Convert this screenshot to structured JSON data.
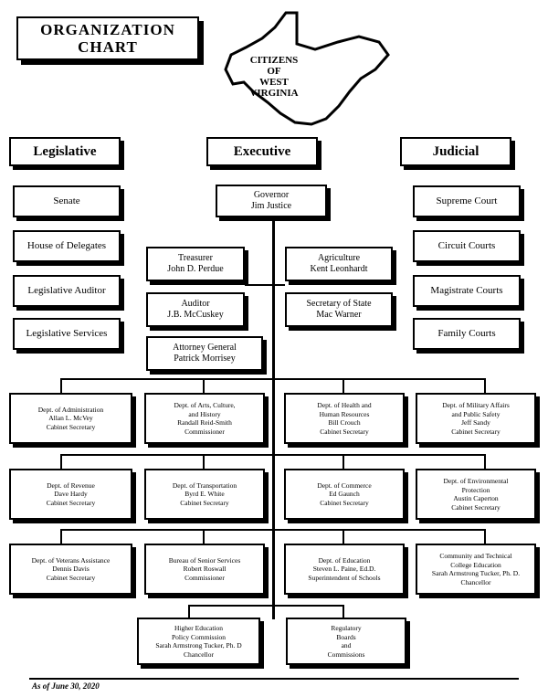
{
  "title": {
    "line1": "ORGANIZATION",
    "line2": "CHART"
  },
  "state": {
    "line1": "CITIZENS",
    "line2": "OF",
    "line3": "WEST",
    "line4": "VIRGINIA"
  },
  "branches": {
    "legislative": "Legislative",
    "executive": "Executive",
    "judicial": "Judicial"
  },
  "legislative": [
    "Senate",
    "House of Delegates",
    "Legislative Auditor",
    "Legislative Services"
  ],
  "judicial": [
    "Supreme Court",
    "Circuit Courts",
    "Magistrate Courts",
    "Family Courts"
  ],
  "governor": "Governor\nJim Justice",
  "elected_left": [
    "Treasurer\nJohn D. Perdue",
    "Auditor\nJ.B. McCuskey",
    "Attorney General\nPatrick Morrisey"
  ],
  "elected_right": [
    "Agriculture\nKent Leonhardt",
    "Secretary of State\nMac Warner"
  ],
  "dept_row1": [
    "Dept. of Administration\nAllan L. McVey\nCabinet Secretary",
    "Dept. of Arts, Culture,\nand History\nRandall Reid-Smith\nCommissioner",
    "Dept. of Health and\nHuman Resources\nBill Crouch\nCabinet Secretary",
    "Dept. of Military Affairs\nand Public Safety\nJeff Sandy\nCabinet Secretary"
  ],
  "dept_row2": [
    "Dept. of Revenue\nDave Hardy\nCabinet Secretary",
    "Dept. of Transportation\nByrd E. White\nCabinet Secretary",
    "Dept. of Commerce\nEd Gaunch\nCabinet Secretary",
    "Dept. of Environmental\nProtection\nAustin Caperton\nCabinet Secretary"
  ],
  "dept_row3": [
    "Dept. of Veterans Assistance\nDennis Davis\nCabinet Secretary",
    "Bureau of Senior Services\nRobert Roswall\nCommissioner",
    "Dept. of Education\nSteven L. Paine, Ed.D.\nSuperintendent of Schools",
    "Community and Technical\nCollege Education\nSarah Armstrong Tucker, Ph. D.\nChancellor"
  ],
  "dept_row4": [
    "Higher Education\nPolicy Commission\nSarah Armstrong Tucker, Ph. D\nChancellor",
    "Regulatory\nBoards\nand\nCommissions"
  ],
  "footer": "As of June 30, 2020"
}
